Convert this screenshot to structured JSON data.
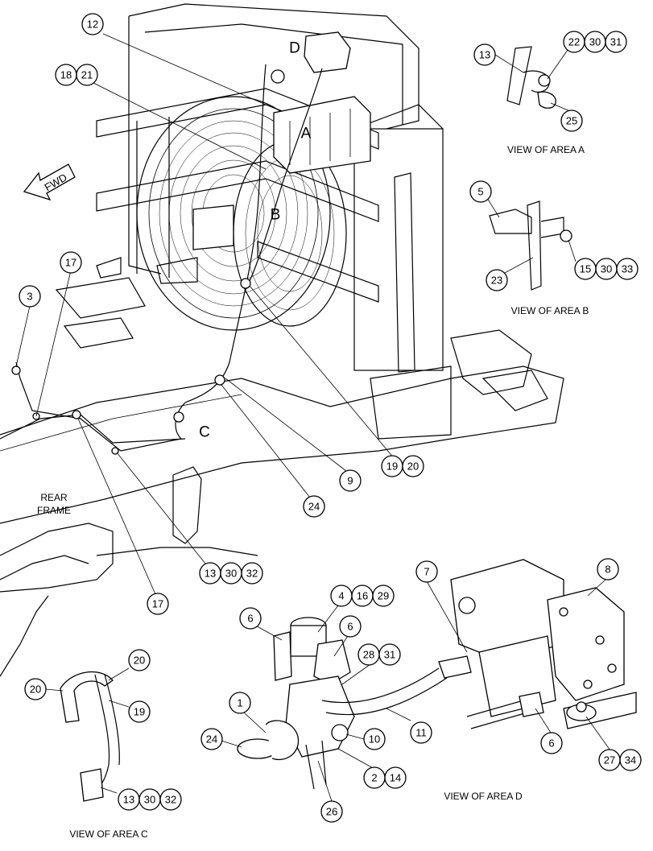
{
  "callouts": {
    "c12": "12",
    "c18_21": [
      "18",
      "21"
    ],
    "c13a": "13",
    "c22_30_31": [
      "22",
      "30",
      "31"
    ],
    "c25": "25",
    "c5": "5",
    "c23": "23",
    "c15_30_33": [
      "15",
      "30",
      "33"
    ],
    "c17a": "17",
    "c3": "3",
    "c9": "9",
    "c19_20a": [
      "19",
      "20"
    ],
    "c24a": "24",
    "c13_30_32a": [
      "13",
      "30",
      "32"
    ],
    "c17b": "17",
    "c7": "7",
    "c8": "8",
    "c4_16_29": [
      "4",
      "16",
      "29"
    ],
    "c6a": "6",
    "c6b": "6",
    "c28_31": [
      "28",
      "31"
    ],
    "c1": "1",
    "c24b": "24",
    "c10": "10",
    "c11": "11",
    "c6c": "6",
    "c2_14": [
      "2",
      "14"
    ],
    "c26": "26",
    "c27_34": [
      "27",
      "34"
    ],
    "c20a": "20",
    "c20b": "20",
    "c19b": "19",
    "c13_30_32b": [
      "13",
      "30",
      "32"
    ]
  },
  "area_letters": {
    "a": "A",
    "b": "B",
    "c": "C",
    "d": "D"
  },
  "captions": {
    "view_a": "VIEW OF AREA A",
    "view_b": "VIEW OF AREA B",
    "view_c": "VIEW OF AREA C",
    "view_d": "VIEW OF AREA D",
    "rear_frame_1": "REAR",
    "rear_frame_2": "FRAME"
  },
  "fwd_label": "FWD"
}
